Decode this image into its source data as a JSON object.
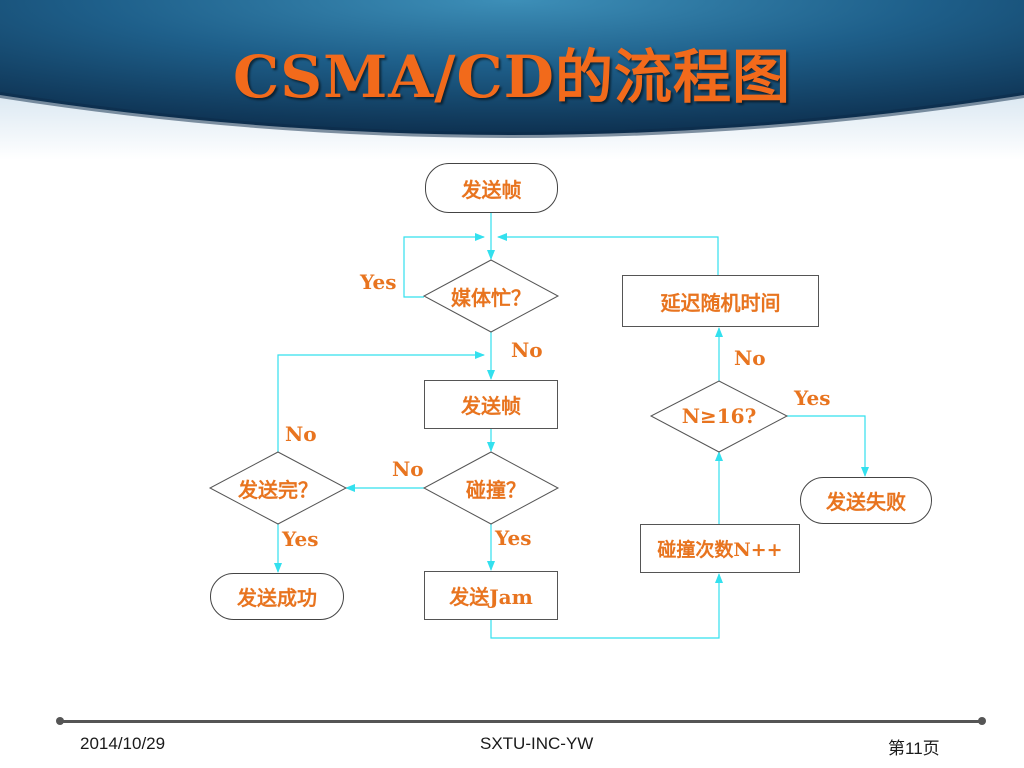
{
  "slide": {
    "title": "CSMA/CD的流程图"
  },
  "nodes": {
    "start": "发送帧",
    "medium_busy": "媒体忙？",
    "send_frame": "发送帧",
    "collision": "碰撞？",
    "send_done": "发送完？",
    "send_success": "发送成功",
    "send_jam": "发送Jam",
    "collision_count": "碰撞次数N++",
    "n_check": "N≥16?",
    "send_fail": "发送失败",
    "delay_random": "延迟随机时间"
  },
  "edge_labels": {
    "busy_yes": "Yes",
    "busy_no": "No",
    "done_no": "No",
    "collision_no": "No",
    "done_yes": "Yes",
    "collision_yes": "Yes",
    "n_no": "No",
    "n_yes": "Yes"
  },
  "footer": {
    "date": "2014/10/29",
    "org": "SXTU-INC-YW",
    "page": "第11页"
  },
  "colors": {
    "arrow": "#33e0ee",
    "node_text": "#e8741f",
    "title": "#f26a1b"
  }
}
